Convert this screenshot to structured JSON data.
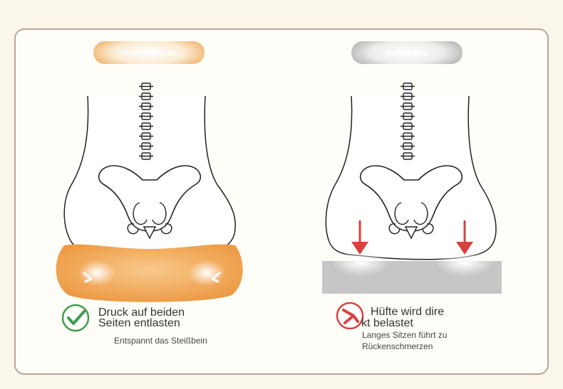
{
  "left_panel": {
    "label": "Weiches Kissen",
    "title_line1": "Druck auf beiden",
    "title_line2": "Seiten entlasten",
    "subtitle": "Entspannt das Steißbein",
    "status_icon": "check-icon",
    "accent_color": "#f0a24a"
  },
  "right_panel": {
    "label": "Hartes Bett",
    "title_line1": "Hüfte wird dire",
    "title_line2": "kt belastet",
    "subtitle_line1": "Langes Sitzen führt zu",
    "subtitle_line2": "Rückenschmerzen",
    "status_icon": "cross-icon",
    "accent_color": "#d8413e"
  }
}
